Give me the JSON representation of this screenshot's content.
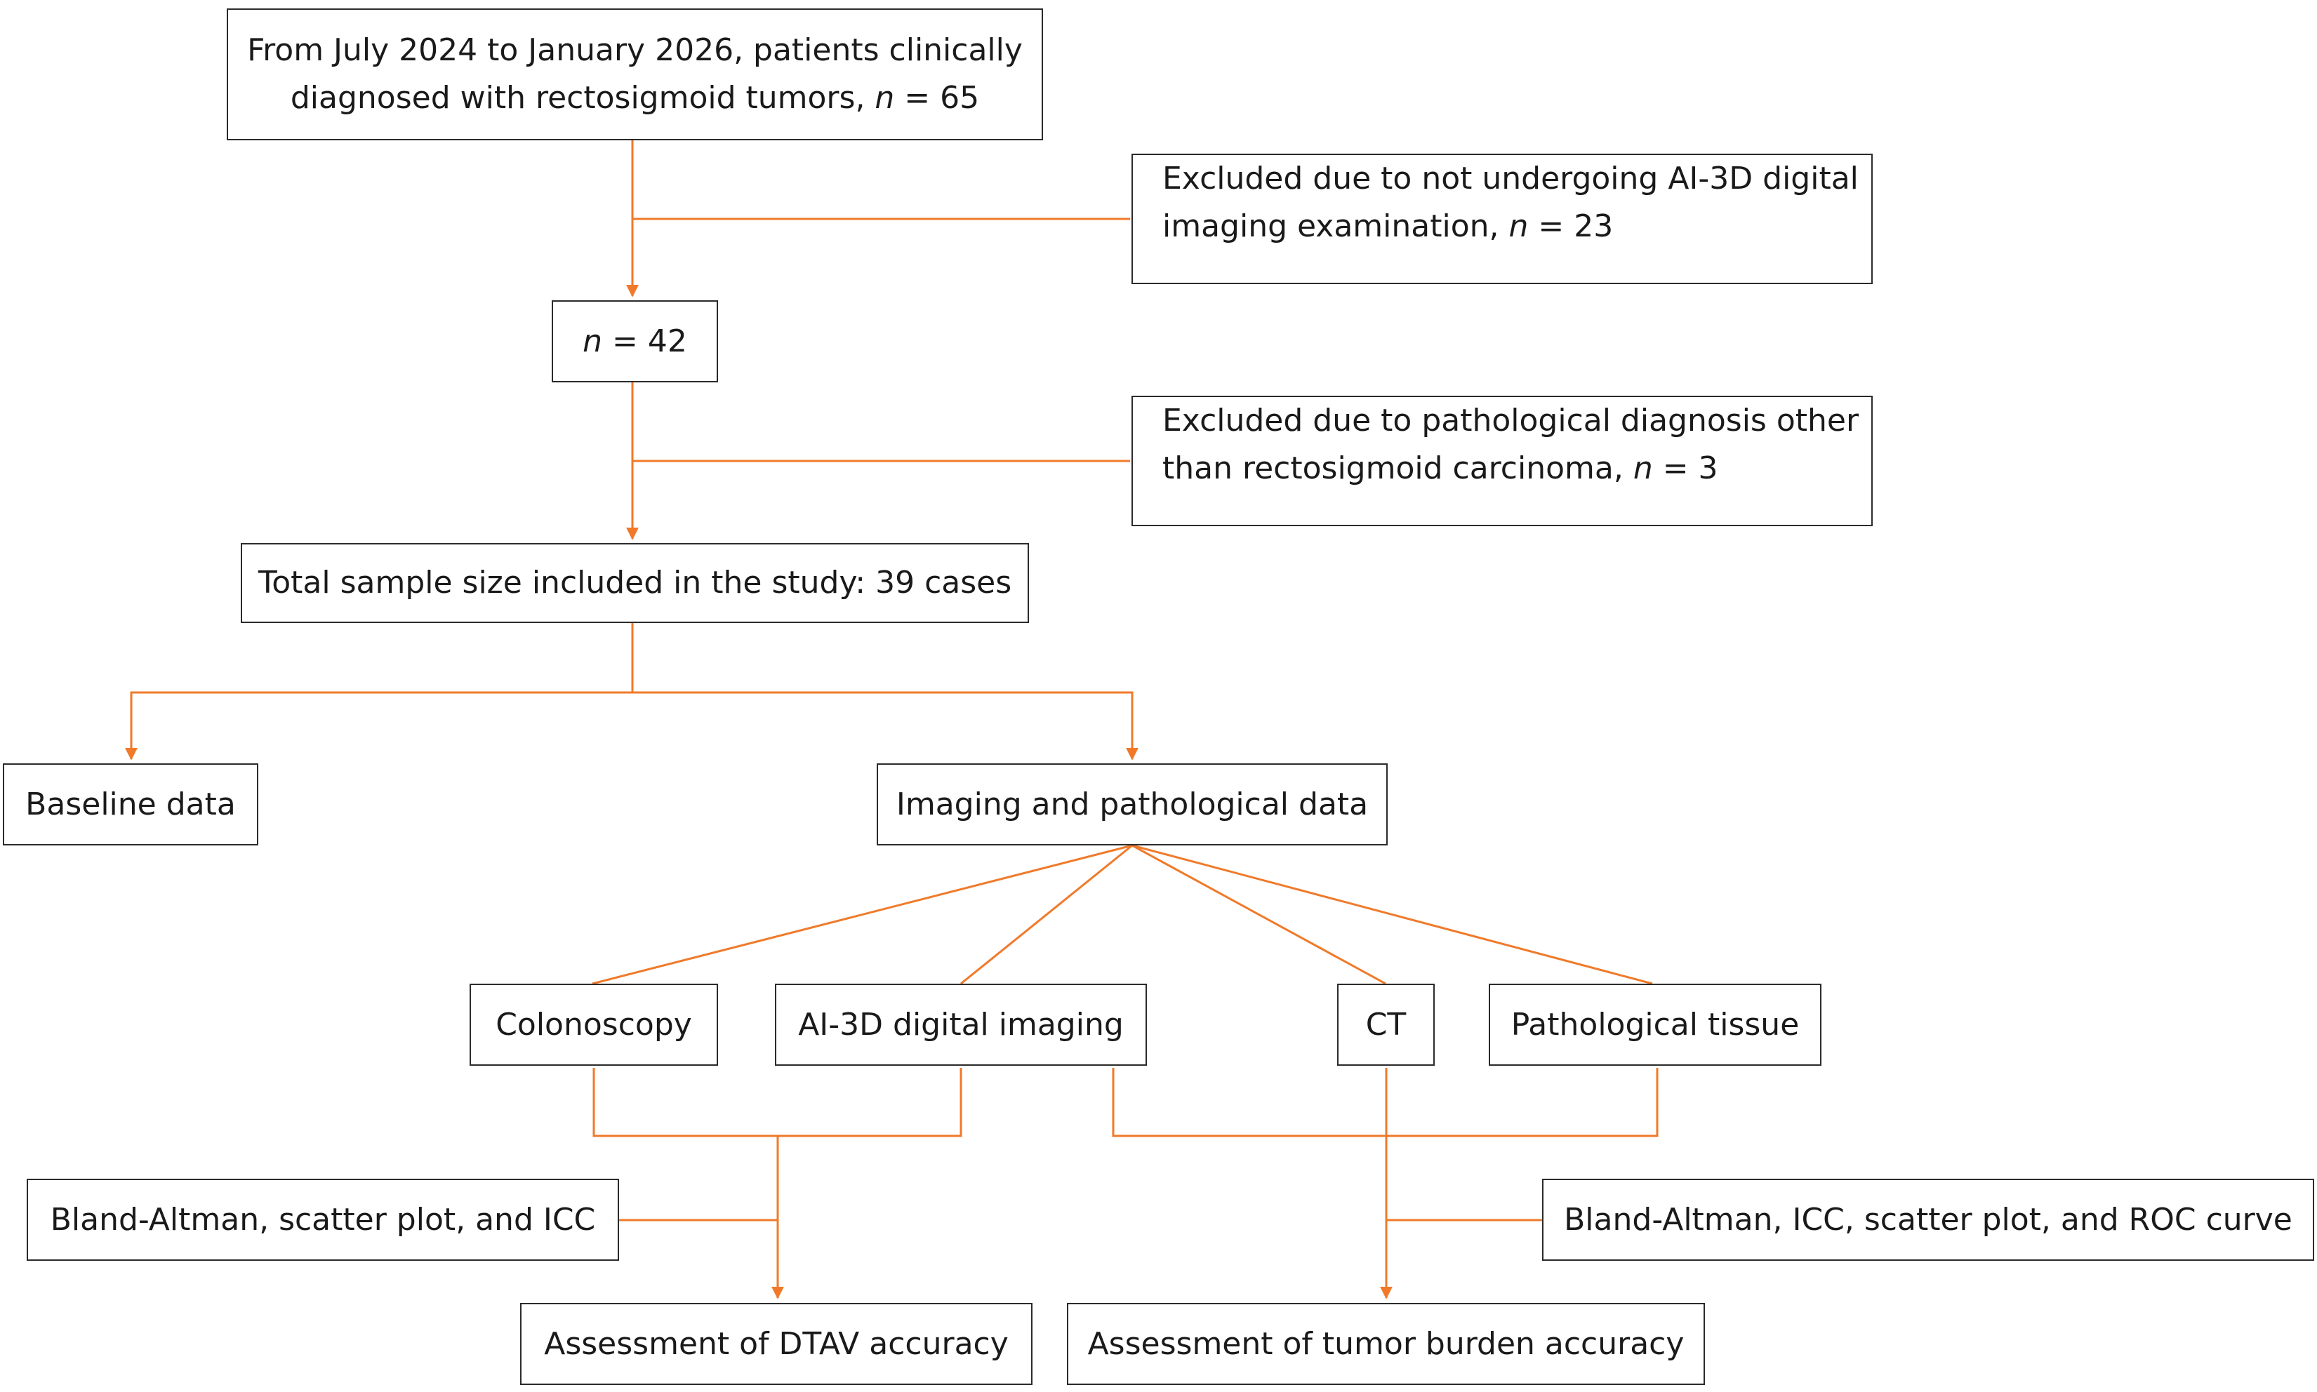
{
  "nodes": {
    "start": {
      "line1": "From July 2024 to January 2026, patients clinically",
      "line2_prefix": "diagnosed with rectosigmoid tumors, ",
      "n_symbol": "n",
      "n_value": " = 65"
    },
    "excluded1": {
      "line1": "Excluded due to not undergoing AI-3D digital",
      "line2_prefix": "imaging examination, ",
      "n_symbol": "n",
      "n_value": " = 23"
    },
    "n42": {
      "n_symbol": "n",
      "n_value": " = 42"
    },
    "excluded2": {
      "line1": "Excluded due to pathological diagnosis other",
      "line2_prefix": "than rectosigmoid carcinoma, ",
      "n_symbol": "n",
      "n_value": " = 3"
    },
    "total": "Total sample size included in the study: 39 cases",
    "baseline": "Baseline data",
    "imaging_pathology": "Imaging and pathological data",
    "colonoscopy": "Colonoscopy",
    "ai3d": "AI-3D digital imaging",
    "ct": "CT",
    "pathological_tissue": "Pathological tissue",
    "methods_left": "Bland-Altman, scatter plot, and ICC",
    "methods_right": "Bland-Altman, ICC, scatter plot, and ROC curve",
    "outcome_dtav": "Assessment of DTAV accuracy",
    "outcome_burden": "Assessment of tumor burden accuracy"
  },
  "colors": {
    "connector": "#f07a2a",
    "box_border": "#2b2b2b",
    "text": "#1a1a1a"
  }
}
